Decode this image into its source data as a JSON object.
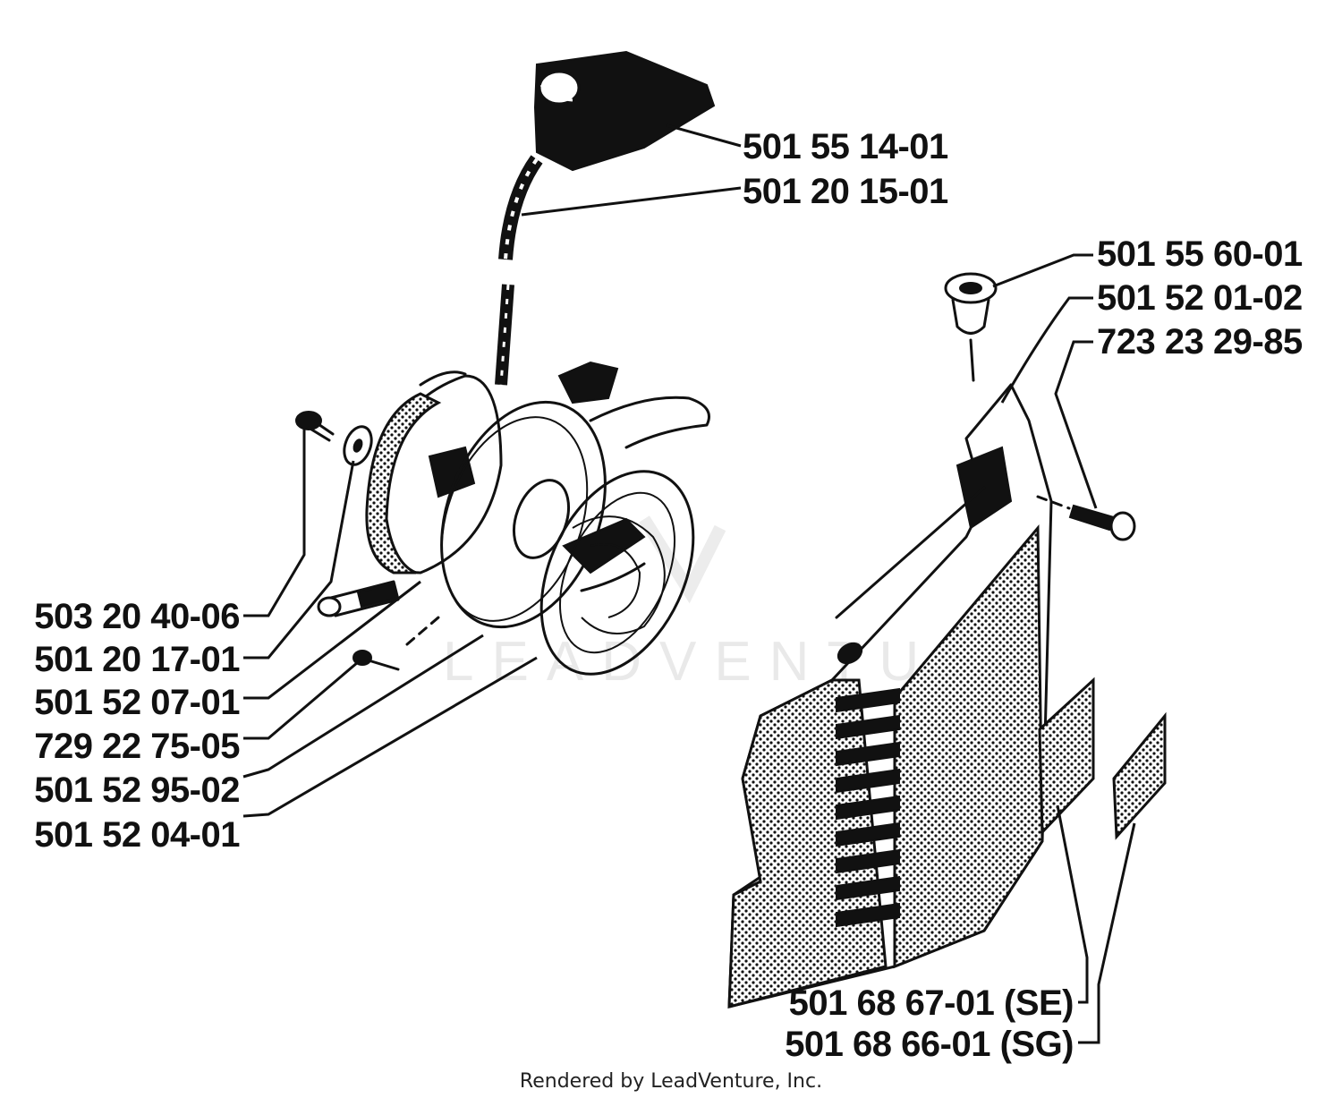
{
  "parts_left": [
    "503 20 40-06",
    "501 20 17-01",
    "501 52 07-01",
    "729 22 75-05",
    "501 52 95-02",
    "501 52 04-01"
  ],
  "parts_top": [
    "501 55 14-01",
    "501 20 15-01"
  ],
  "parts_right": [
    "501 55 60-01",
    "501 52 01-02",
    "723 23 29-85"
  ],
  "parts_bottom": [
    "501 68 67-01 (SE)",
    "501 68 66-01 (SG)"
  ],
  "watermark": "LEADVENTURE",
  "footer": "Rendered by LeadVenture, Inc.",
  "colors": {
    "ink": "#111111",
    "background": "#ffffff"
  }
}
